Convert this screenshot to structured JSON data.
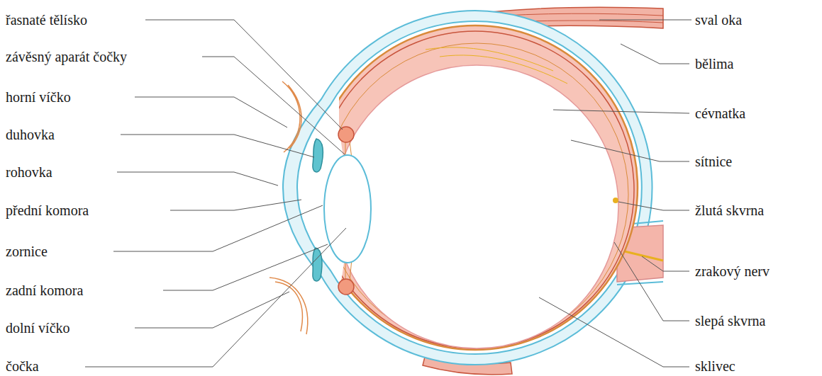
{
  "diagram": {
    "labels": [
      "řasnaté tělísko",
      "závěsný aparát čočky",
      "horní víčko",
      "duhovka",
      "rohovka",
      "přední komora",
      "zornice",
      "zadní komora",
      "dolní víčko",
      "čočka",
      "sval oka",
      "bělima",
      "cévnatka",
      "sítnice",
      "žlutá skvrna",
      "zrakový nerv",
      "slepá skvrna",
      "sklivec"
    ]
  }
}
